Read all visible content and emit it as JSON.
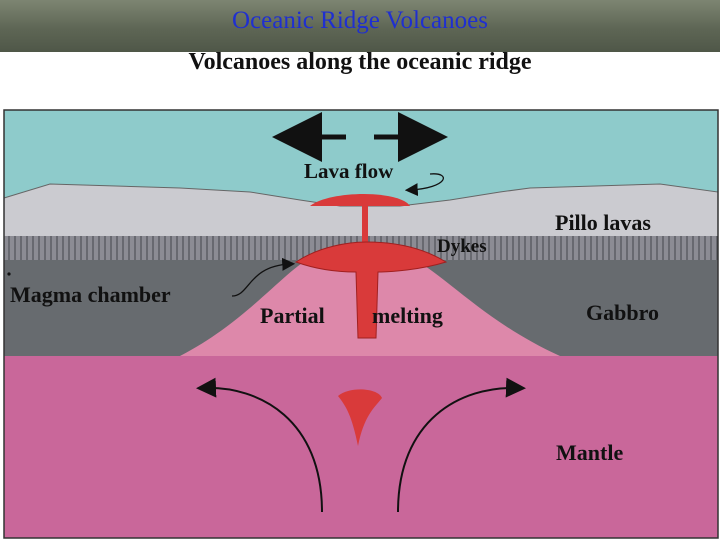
{
  "slide": {
    "title": "Oceanic Ridge Volcanoes",
    "subtitle": "Volcanoes along the oceanic ridge"
  },
  "diagram": {
    "labels": {
      "lava_flow": "Lava flow",
      "pillow_lavas": "Pillo  lavas",
      "dykes": "Dykes",
      "magma_chamber": "Magma chamber",
      "partial": "Partial",
      "melting": "melting",
      "gabbro": "Gabbro",
      "mantle": "Mantle"
    },
    "colors": {
      "ocean": "#8ecbcb",
      "pillow_lavas": "#cbcbd0",
      "dykes": "#8c8c94",
      "gabbro": "#676b6f",
      "partial_melting": "#dd88aa",
      "mantle": "#c9679a",
      "magma": "#d93a3a"
    }
  }
}
